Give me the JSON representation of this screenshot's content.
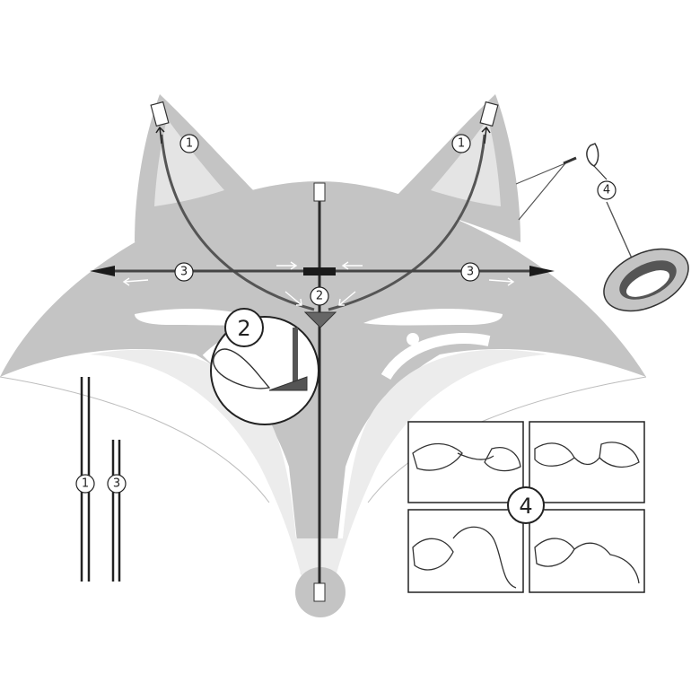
{
  "colors": {
    "kite_fill": "#c4c4c4",
    "kite_light": "#e2e2e2",
    "spar": "#2a2a2a",
    "connector": "#555555",
    "outline": "#222222",
    "background": "#ffffff"
  },
  "labels": {
    "spine_rod": "2",
    "curved_rod_left": "1",
    "curved_rod_right": "1",
    "cross_spar_left": "3",
    "cross_spar_right": "3",
    "line_handle": "4",
    "detail_callout": "2",
    "loose_rod_long": "1",
    "loose_rod_short": "3",
    "knot_steps": "4"
  },
  "icons": {
    "kite": "fox-kite-icon",
    "reel": "line-reel-icon",
    "hands": "hand-knot-icon"
  }
}
